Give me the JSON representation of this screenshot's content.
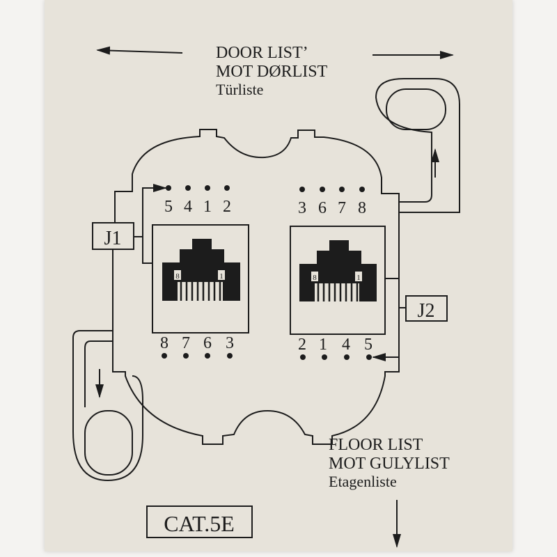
{
  "door_label": {
    "line1": "DOOR LIST’",
    "line2": "MOT DØRLIST",
    "line3": "Türliste"
  },
  "floor_label": {
    "line1": "FLOOR LIST",
    "line2": "MOT GULYLIST",
    "line3": "Etagenliste"
  },
  "jacks": {
    "j1": {
      "label": "J1",
      "top_pins": [
        "5",
        "4",
        "1",
        "2"
      ],
      "bottom_pins": [
        "8",
        "7",
        "6",
        "3"
      ],
      "pin_left": "8",
      "pin_right": "1"
    },
    "j2": {
      "label": "J2",
      "top_pins": [
        "3",
        "6",
        "7",
        "8"
      ],
      "bottom_pins": [
        "2",
        "1",
        "4",
        "5"
      ],
      "pin_left": "8",
      "pin_right": "1"
    }
  },
  "category": "CAT.5E",
  "colors": {
    "paper": "#e7e3da",
    "ink": "#1c1c1c"
  }
}
